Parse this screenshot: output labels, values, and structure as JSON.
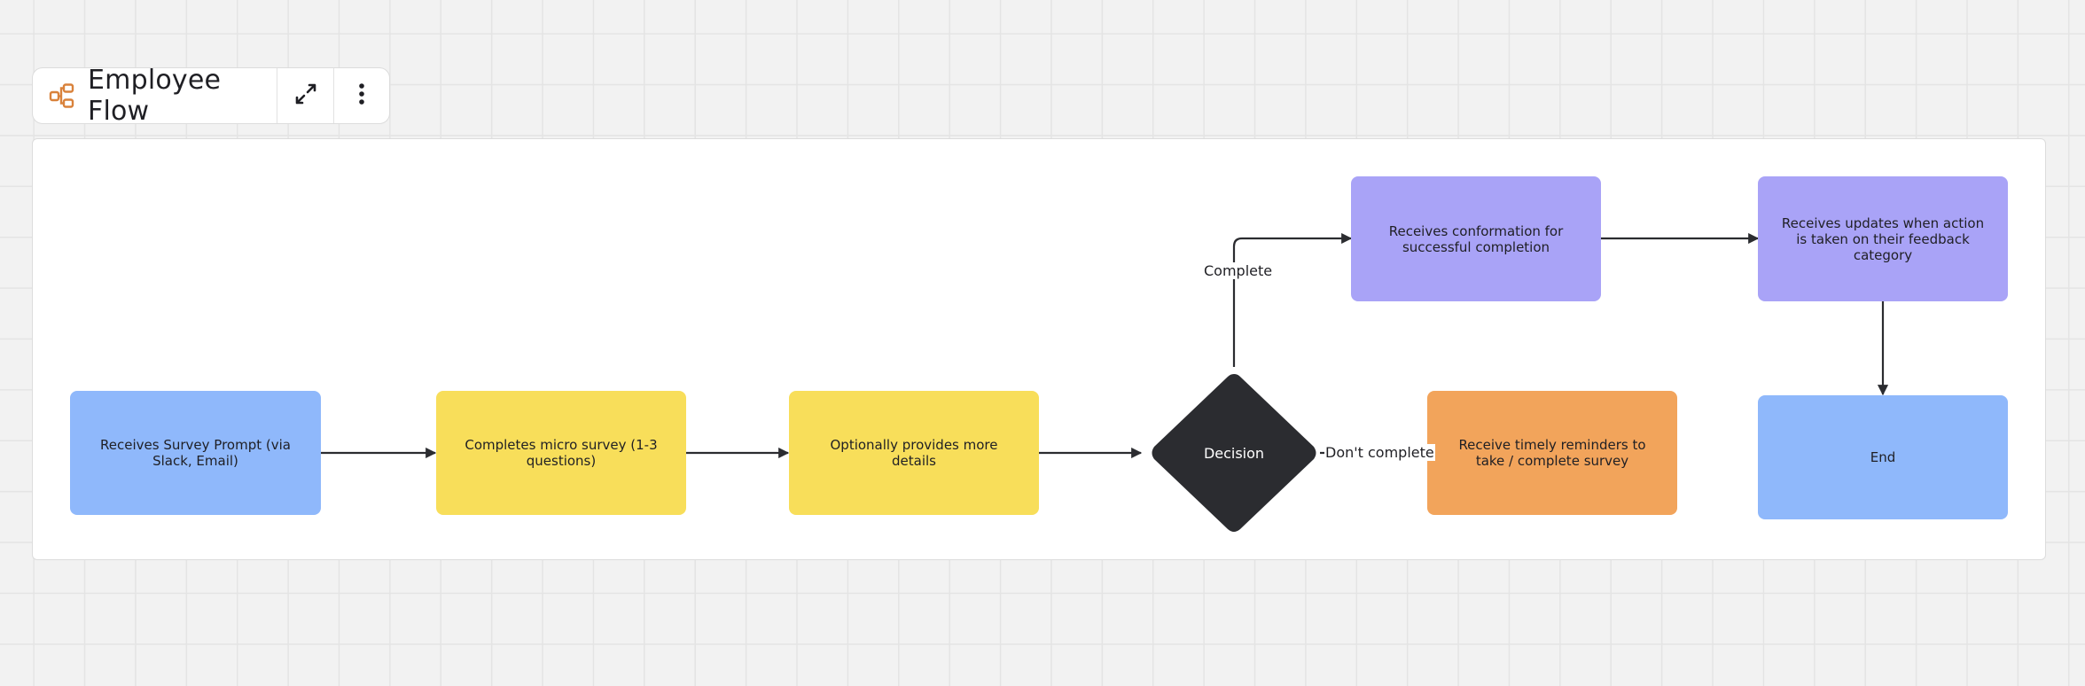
{
  "toolbar": {
    "title": "Employee Flow",
    "title_icon": "flowchart-icon",
    "buttons": [
      {
        "icon": "expand-icon"
      },
      {
        "icon": "more-vertical-icon"
      }
    ]
  },
  "colors": {
    "blue": "#8fb8fb",
    "yellow": "#f8de5a",
    "purple": "#a9a3f7",
    "orange": "#f2a45b",
    "decision": "#2b2c30",
    "connector": "#2b2c30",
    "icon_accent": "#d9823b"
  },
  "nodes": {
    "survey_prompt": "Receives Survey Prompt (via Slack, Email)",
    "micro_survey": "Completes micro survey (1-3 questions)",
    "more_details": "Optionally provides more details",
    "decision": "Decision",
    "confirmation": "Receives conformation for successful completion",
    "updates": "Receives updates when action is taken on their feedback category",
    "reminders": "Receive timely reminders to take / complete survey",
    "end": "End"
  },
  "edges": {
    "complete": "Complete",
    "dont_complete": "Don't complete"
  }
}
